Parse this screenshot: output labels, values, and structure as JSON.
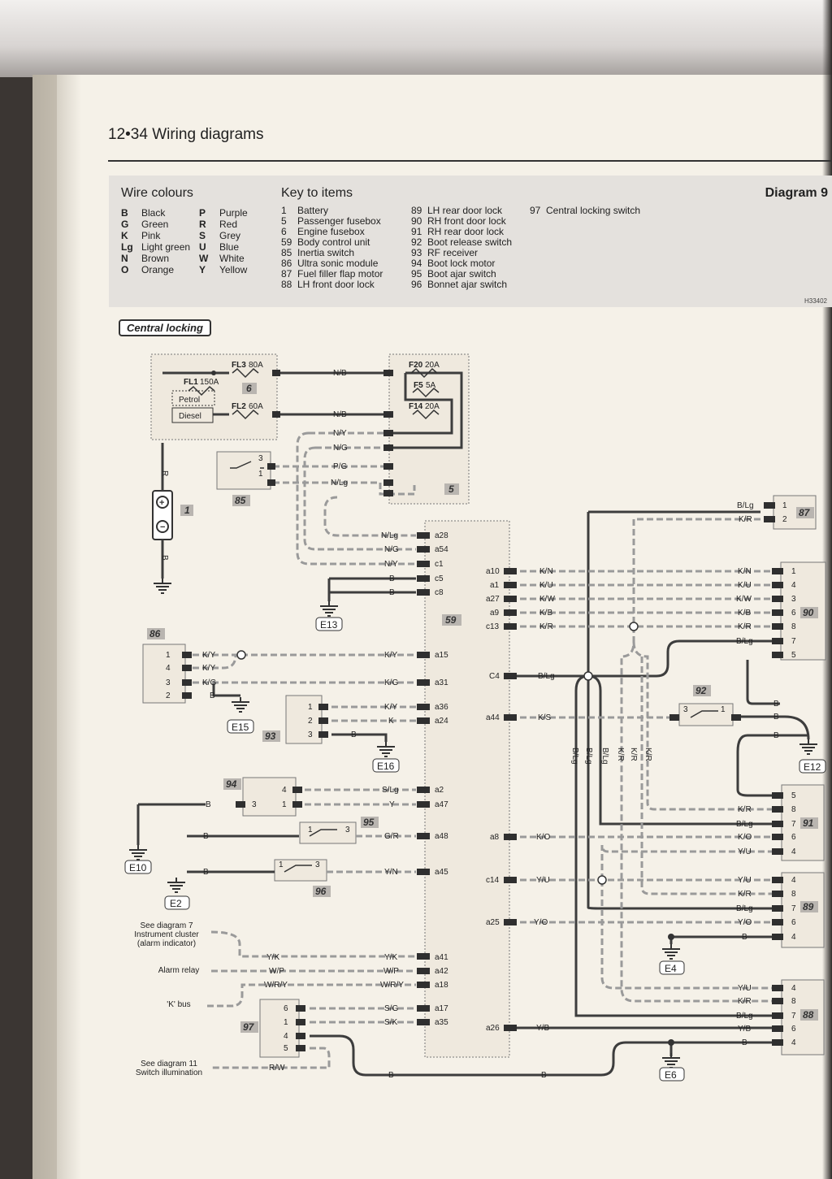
{
  "page_header": "12•34 Wiring diagrams",
  "diagram_title": "Diagram 9",
  "ref_code": "H33402",
  "wire_colours": {
    "title": "Wire colours",
    "items": [
      {
        "code": "B",
        "name": "Black"
      },
      {
        "code": "P",
        "name": "Purple"
      },
      {
        "code": "G",
        "name": "Green"
      },
      {
        "code": "R",
        "name": "Red"
      },
      {
        "code": "K",
        "name": "Pink"
      },
      {
        "code": "S",
        "name": "Grey"
      },
      {
        "code": "Lg",
        "name": "Light green"
      },
      {
        "code": "U",
        "name": "Blue"
      },
      {
        "code": "N",
        "name": "Brown"
      },
      {
        "code": "W",
        "name": "White"
      },
      {
        "code": "O",
        "name": "Orange"
      },
      {
        "code": "Y",
        "name": "Yellow"
      }
    ]
  },
  "key_to_items": {
    "title": "Key to items",
    "columns": [
      [
        {
          "num": "1",
          "name": "Battery"
        },
        {
          "num": "5",
          "name": "Passenger fusebox"
        },
        {
          "num": "6",
          "name": "Engine fusebox"
        },
        {
          "num": "59",
          "name": "Body control unit"
        },
        {
          "num": "85",
          "name": "Inertia switch"
        },
        {
          "num": "86",
          "name": "Ultra sonic module"
        },
        {
          "num": "87",
          "name": "Fuel filler flap motor"
        },
        {
          "num": "88",
          "name": "LH front door lock"
        }
      ],
      [
        {
          "num": "89",
          "name": "LH rear door lock"
        },
        {
          "num": "90",
          "name": "RH front door lock"
        },
        {
          "num": "91",
          "name": "RH rear door lock"
        },
        {
          "num": "92",
          "name": "Boot release switch"
        },
        {
          "num": "93",
          "name": "RF receiver"
        },
        {
          "num": "94",
          "name": "Boot lock motor"
        },
        {
          "num": "95",
          "name": "Boot ajar switch"
        },
        {
          "num": "96",
          "name": "Bonnet ajar switch"
        }
      ],
      [
        {
          "num": "97",
          "name": "Central locking switch"
        }
      ]
    ]
  },
  "section_label": "Central locking",
  "diagram": {
    "fuses": {
      "fl3": "FL3",
      "fl3_rating": "80A",
      "fl1": "FL1",
      "fl1_rating": "150A",
      "fl2": "FL2",
      "fl2_rating": "60A",
      "petrol": "Petrol",
      "diesel": "Diesel",
      "f20": "F20",
      "f20_rating": "20A",
      "f5": "F5",
      "f5_rating": "5A",
      "f14": "F14",
      "f14_rating": "20A"
    },
    "item_numbers": {
      "engine_fusebox": "6",
      "passenger_fusebox": "5",
      "battery": "1",
      "inertia_switch": "85",
      "bcu": "59",
      "ultrasonic": "86",
      "rf_receiver": "93",
      "boot_lock_motor": "94",
      "boot_ajar": "95",
      "bonnet_ajar": "96",
      "cl_switch": "97",
      "fuel_flap": "87",
      "rh_front": "90",
      "boot_release": "92",
      "rh_rear": "91",
      "lh_rear": "89",
      "lh_front": "88"
    },
    "grounds": [
      "E13",
      "E15",
      "E16",
      "E10",
      "E2",
      "E12",
      "E4",
      "E6"
    ],
    "notes": {
      "diagram7": [
        "See diagram 7",
        "Instrument cluster",
        "(alarm indicator)"
      ],
      "alarm_relay": "Alarm relay",
      "k_bus": "'K' bus",
      "diagram11": [
        "See diagram 11",
        "Switch illumination"
      ]
    },
    "wires": {
      "nb": "N/B",
      "ny": "N/Y",
      "ng": "N/G",
      "pg": "P/G",
      "nlg": "N/Lg",
      "r": "R",
      "b": "B",
      "ky": "K/Y",
      "kg": "K/G",
      "k": "K",
      "slg": "S/Lg",
      "y": "Y",
      "gr": "G/R",
      "yn": "Y/N",
      "yk": "Y/K",
      "wp": "W/P",
      "wry": "W/R/Y",
      "sg": "S/G",
      "sk": "S/K",
      "rw": "R/W",
      "kn": "K/N",
      "ku": "K/U",
      "kw": "K/W",
      "kb": "K/B",
      "kr": "K/R",
      "blg": "B/Lg",
      "ks": "K/S",
      "ko": "K/O",
      "yu": "Y/U",
      "yo": "Y/O",
      "yb": "Y/B"
    },
    "bcu_pins_left": [
      "a28",
      "a54",
      "c1",
      "c5",
      "c8",
      "a15",
      "a31",
      "a36",
      "a24",
      "a2",
      "a47",
      "a48",
      "a45",
      "a41",
      "a42",
      "a18",
      "a17",
      "a35"
    ],
    "bcu_pins_right": [
      "a10",
      "a1",
      "a27",
      "a9",
      "c13",
      "C4",
      "a44",
      "a8",
      "c14",
      "a25",
      "a26"
    ],
    "pin_numbers": {
      "p1": "1",
      "p2": "2",
      "p3": "3",
      "p4": "4",
      "p5": "5",
      "p6": "6",
      "p7": "7",
      "p8": "8"
    }
  }
}
